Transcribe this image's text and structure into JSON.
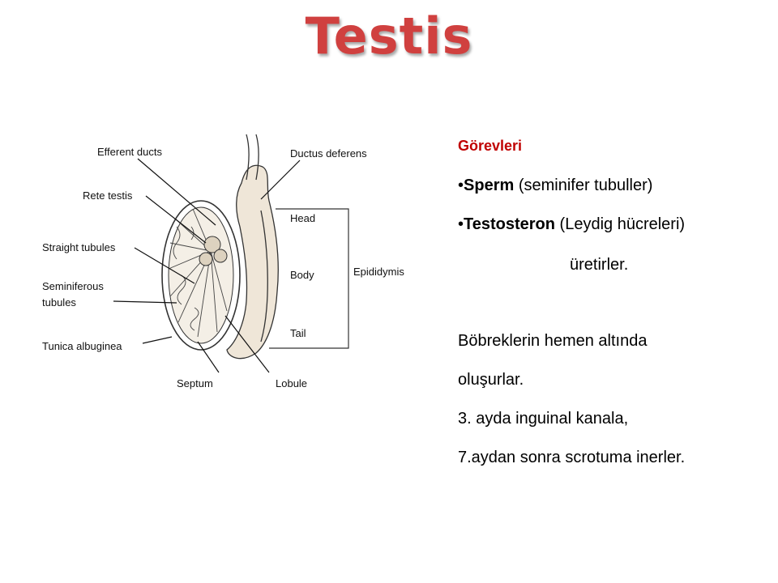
{
  "title": "Testis",
  "diagram": {
    "labels": {
      "efferent_ducts": "Efferent ducts",
      "ductus_deferens": "Ductus deferens",
      "rete_testis": "Rete testis",
      "head": "Head",
      "straight_tubules": "Straight tubules",
      "body": "Body",
      "epididymis": "Epididymis",
      "seminiferous_1": "Seminiferous",
      "seminiferous_2": "tubules",
      "tail": "Tail",
      "tunica_albuginea": "Tunica albuginea",
      "septum": "Septum",
      "lobule": "Lobule"
    }
  },
  "text": {
    "heading": "Görevleri",
    "b1_bold": "Sperm",
    "b1_rest": " (seminifer tubuller)",
    "b2_bold": "Testosteron",
    "b2_rest": " (Leydig hücreleri)",
    "line3": "üretirler.",
    "line4": "Böbreklerin hemen altında",
    "line5": "oluşurlar.",
    "line6": "3. ayda inguinal  kanala,",
    "line7": "7.aydan sonra scrotuma inerler."
  },
  "colors": {
    "title": "#d0403f",
    "heading": "#c00000"
  }
}
